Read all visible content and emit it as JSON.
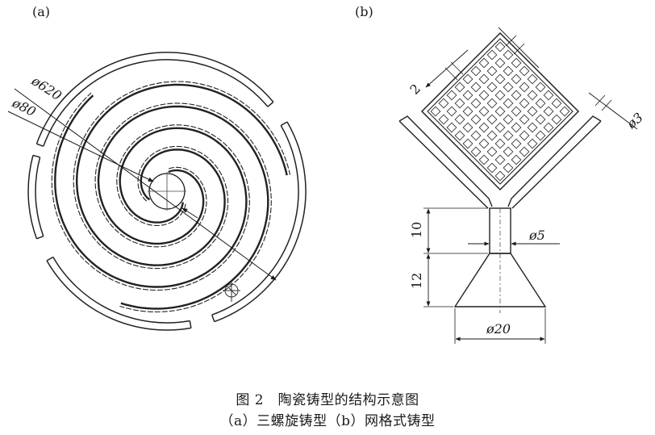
{
  "panels": {
    "a": {
      "label": "(a)"
    },
    "b": {
      "label": "(b)"
    }
  },
  "panel_a": {
    "dim_outer": "ø620",
    "dim_inner": "ø80"
  },
  "panel_b": {
    "dim_wall": "2",
    "dim_hole": "ø3",
    "dim_neck_height": "10",
    "dim_neck_diameter": "ø5",
    "dim_cone_height": "12",
    "dim_base_diameter": "ø20"
  },
  "caption": {
    "line1": "图 2　陶瓷铸型的结构示意图",
    "line2": "（a）三螺旋铸型（b）网格式铸型"
  }
}
